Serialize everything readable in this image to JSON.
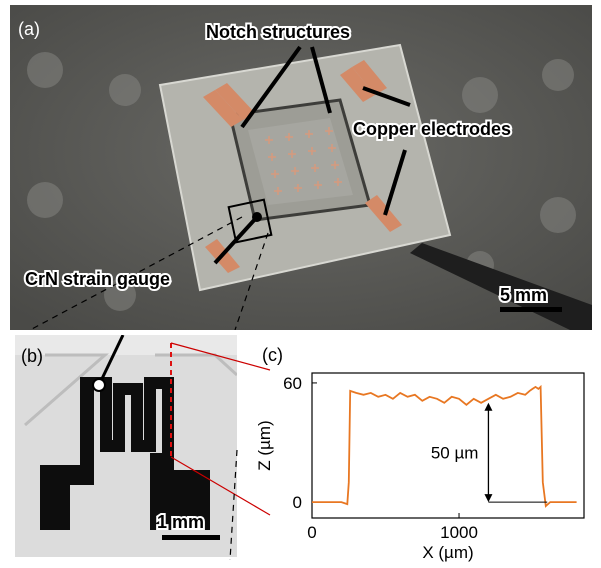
{
  "figure": {
    "panels": {
      "a": {
        "label": "(a)",
        "annotations": [
          "Notch structures",
          "Copper electrodes",
          "CrN strain gauge"
        ],
        "scalebar": "5 mm"
      },
      "b": {
        "label": "(b)",
        "scalebar": "1 mm"
      },
      "c": {
        "label": "(c)"
      }
    }
  },
  "chart_data": {
    "type": "line",
    "xlabel": "X (µm)",
    "ylabel": "Z (µm)",
    "xlim": [
      0,
      1850
    ],
    "ylim": [
      -8,
      65
    ],
    "x_ticks": [
      0,
      1000
    ],
    "y_ticks": [
      0,
      60
    ],
    "annotation": "50 µm",
    "annotation_span": [
      0,
      50
    ],
    "annotation_x": 1200,
    "series": [
      {
        "color": "#e87722",
        "x": [
          0,
          200,
          240,
          250,
          260,
          300,
          350,
          400,
          450,
          500,
          550,
          600,
          650,
          700,
          750,
          800,
          850,
          900,
          950,
          1000,
          1050,
          1100,
          1150,
          1200,
          1250,
          1300,
          1350,
          1400,
          1450,
          1480,
          1500,
          1520,
          1540,
          1555,
          1570,
          1590,
          1620,
          1650,
          1700,
          1800
        ],
        "y": [
          0,
          0,
          -1,
          10,
          56,
          55,
          54,
          55,
          53,
          54,
          52,
          55,
          53,
          54,
          51,
          53,
          52,
          50,
          53,
          52,
          49,
          52,
          50,
          52,
          54,
          52,
          53,
          55,
          54,
          56,
          57,
          58,
          57,
          58,
          10,
          -2,
          0,
          0,
          0,
          0
        ]
      }
    ]
  }
}
